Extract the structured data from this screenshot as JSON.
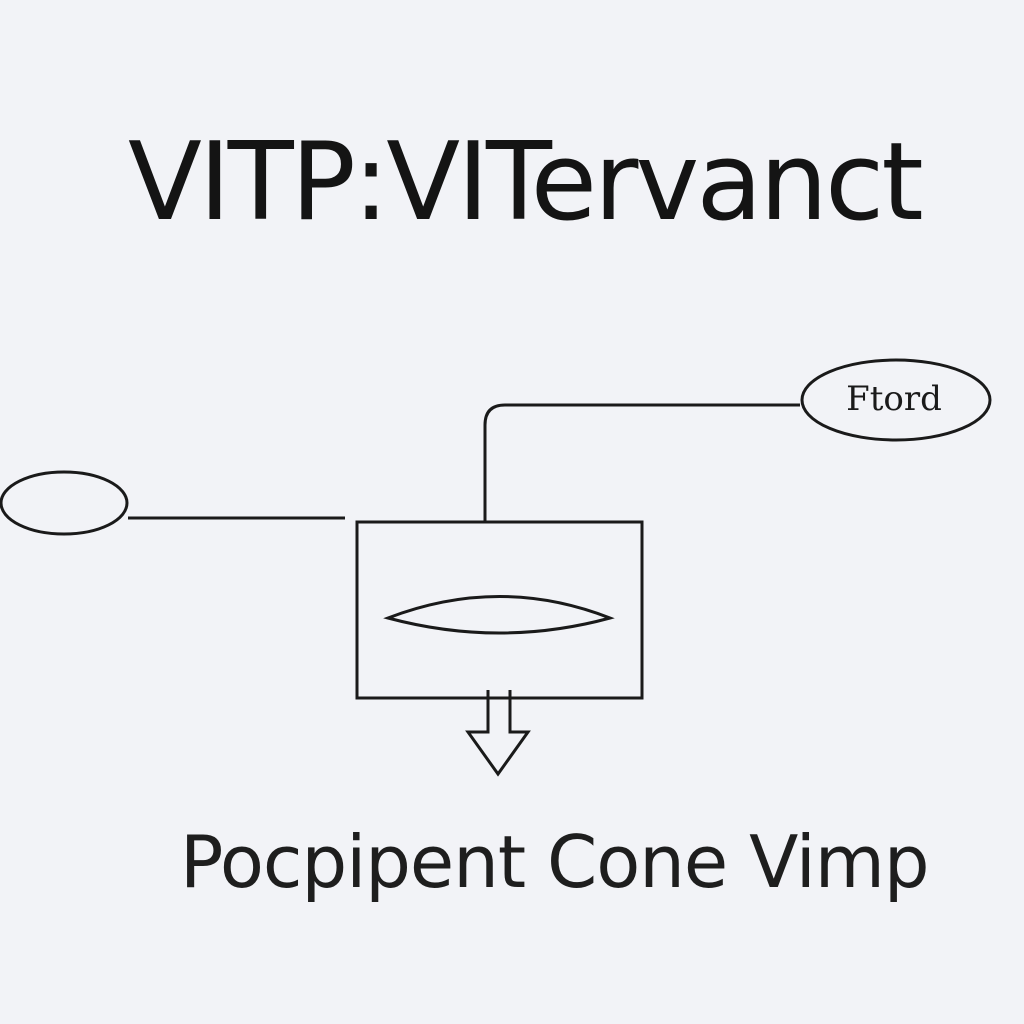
{
  "title": "VITP:VITervanct",
  "caption": "Pocpipent Cone Vimp",
  "nodes": {
    "right_oval_label": "Ftord",
    "left_oval_label": ""
  },
  "colors": {
    "background": "#f2f3f7",
    "ink": "#1a1a1a"
  }
}
